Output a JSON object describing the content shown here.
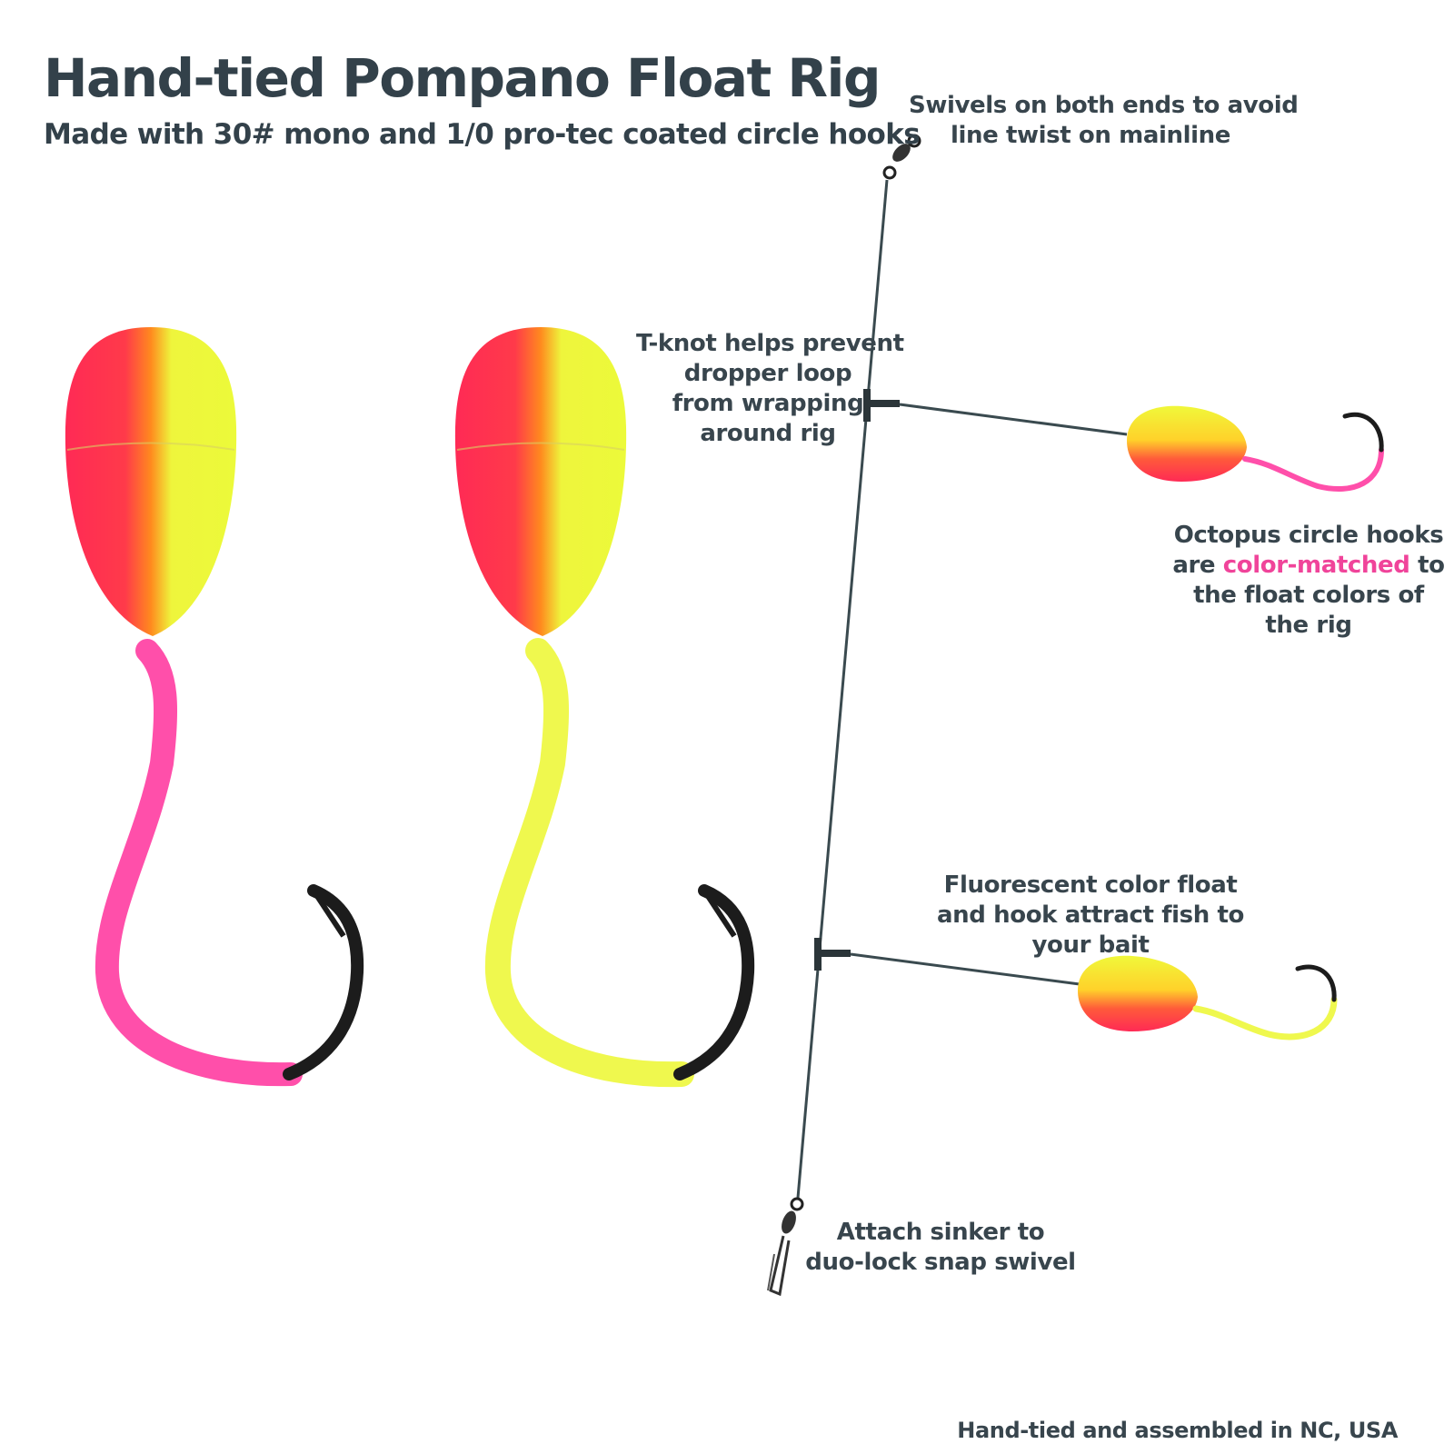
{
  "header": {
    "title": "Hand-tied Pompano Float Rig",
    "subtitle": "Made with 30# mono and 1/0 pro-tec coated circle hooks"
  },
  "callouts": {
    "swivels": [
      "Swivels on both ends to avoid",
      "line twist on mainline"
    ],
    "tknot": [
      "T-knot helps prevent",
      "dropper loop",
      "from wrapping",
      "around rig"
    ],
    "octopus": {
      "line1": "Octopus circle hooks",
      "line2_before": "are ",
      "line2_highlight": "color-matched",
      "line2_after": " to",
      "line3": "the float colors of",
      "line4": "the rig"
    },
    "fluorescent": [
      "Fluorescent color float",
      "and hook attract fish to",
      "your bait"
    ],
    "sinker": [
      "Attach sinker to",
      "duo-lock snap swivel"
    ]
  },
  "footer": "Hand-tied and assembled in NC, USA",
  "colors": {
    "text": "#38454d",
    "float_red": "#ff2a55",
    "float_orange": "#ff7a1a",
    "float_yellow": "#ecfa3a",
    "hook_pink": "#ff4faa",
    "hook_yellow": "#eff84e",
    "hook_metal": "#1c1c1c",
    "highlight": "#f0449a",
    "line": "#3a4a4f"
  },
  "icons": [
    "barrel-swivel-icon",
    "snap-swivel-icon",
    "t-knot-icon"
  ]
}
